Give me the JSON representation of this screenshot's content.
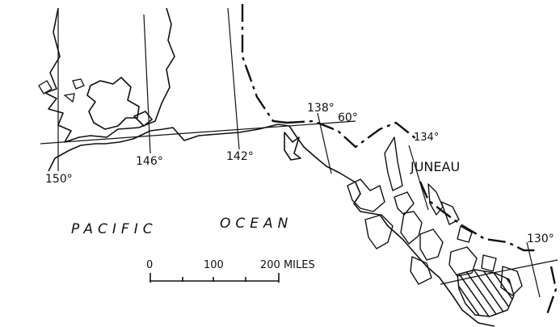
{
  "map": {
    "ocean_label_1": "PACIFIC",
    "ocean_label_2": "OCEAN",
    "city_label": "JUNEAU",
    "longitude_labels": [
      "150°",
      "146°",
      "142°",
      "138°",
      "134°",
      "130°"
    ],
    "latitude_labels": [
      "60°"
    ],
    "scale_bar": {
      "ticks": [
        "0",
        "100",
        "200 MILES"
      ]
    },
    "colors": {
      "ink": "#111111",
      "paper": "#ffffff"
    }
  }
}
